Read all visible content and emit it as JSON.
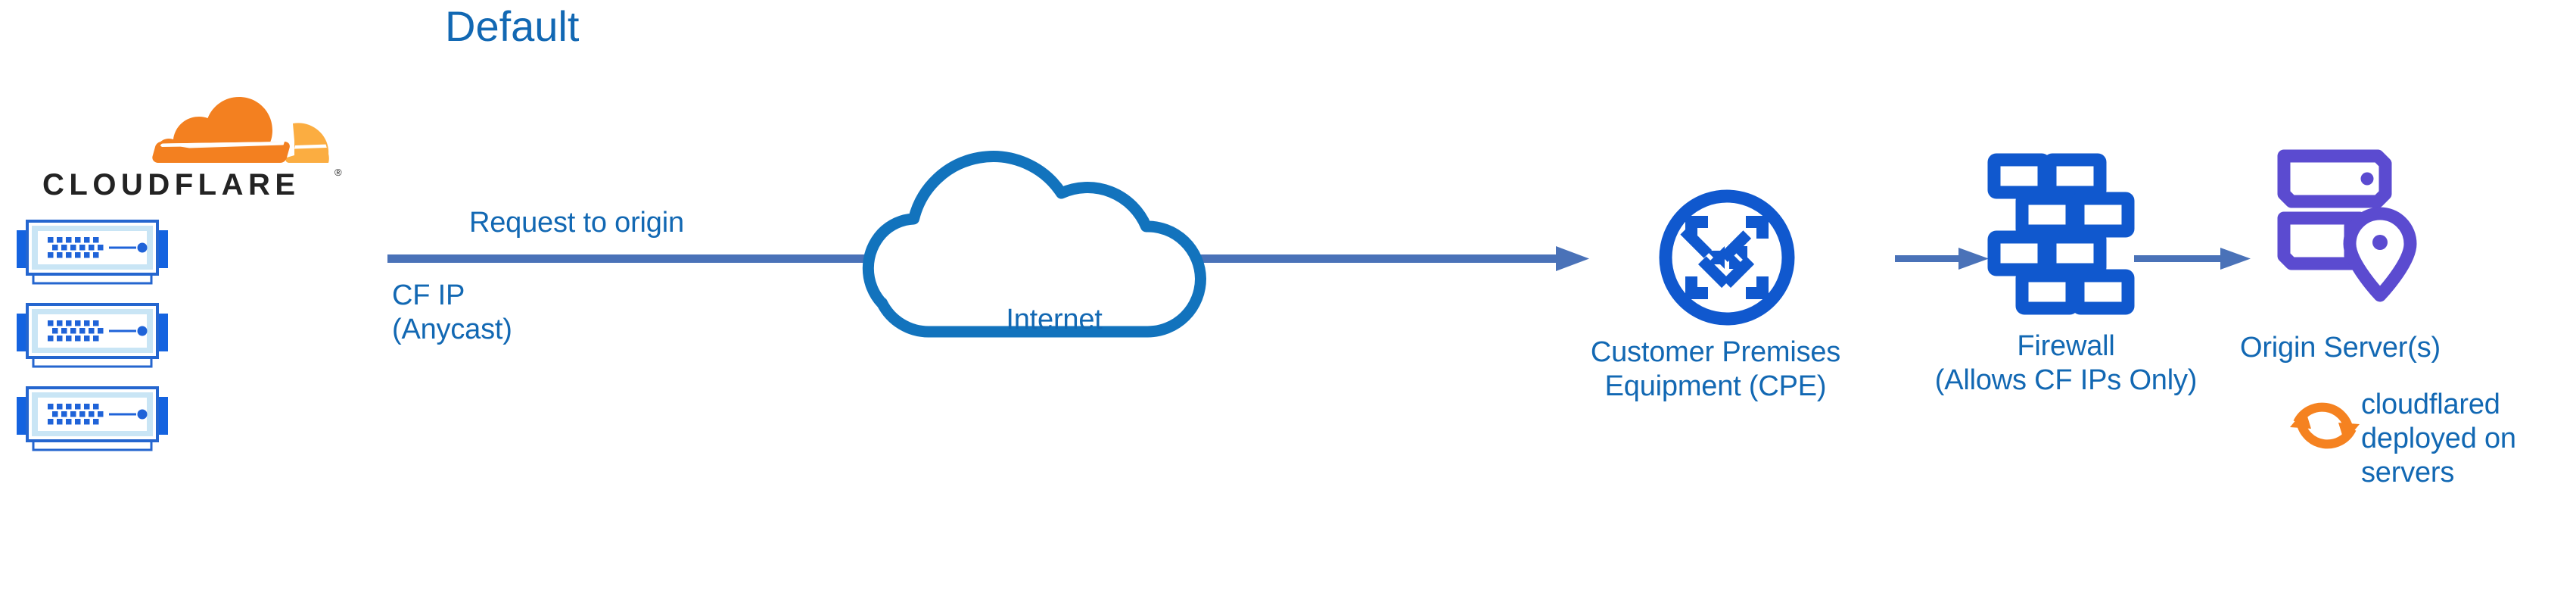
{
  "diagram": {
    "title": "Default",
    "type": "network-architecture-diagram",
    "colors": {
      "text_blue": "#1268b3",
      "icon_blue": "#1058ce",
      "arrow_blue": "#4a72b8",
      "origin_purple": "#5b4bd0",
      "cloudflare_orange": "#f38020",
      "cloudflare_orange_light": "#fbad41",
      "server_light": "#c9e5f5",
      "wordmark_black": "#232323",
      "background": "#ffffff"
    }
  },
  "brand": {
    "logo_icon": "cloudflare-cloud-logo",
    "wordmark": "CLOUDFLARE",
    "registered_mark": "®"
  },
  "nodes": {
    "edge": {
      "name": "cloudflare-edge-servers",
      "server_count": 3,
      "caption_line1": "CF IP",
      "caption_line2": "(Anycast)"
    },
    "internet": {
      "name": "internet-cloud",
      "label": "Internet"
    },
    "cpe": {
      "name": "customer-premises-equipment",
      "icon": "router-four-arrows-circle-icon",
      "label_line1": "Customer Premises",
      "label_line2": "Equipment (CPE)"
    },
    "firewall": {
      "name": "firewall",
      "icon": "brick-wall-icon",
      "label_line1": "Firewall",
      "label_line2": "(Allows CF IPs Only)"
    },
    "origin": {
      "name": "origin-servers",
      "icon": "server-rack-with-location-pin-icon",
      "label": "Origin Server(s)"
    },
    "cloudflared": {
      "name": "cloudflared-daemon",
      "icon": "sync-circular-arrows-icon",
      "label_line1": "cloudflared",
      "label_line2": "deployed on",
      "label_line3": "servers"
    }
  },
  "connections": [
    {
      "name": "edge-to-internet-to-cpe",
      "label": "Request to origin",
      "from": "cloudflare-edge-servers",
      "to": "customer-premises-equipment"
    },
    {
      "name": "cpe-to-firewall",
      "label": "",
      "from": "customer-premises-equipment",
      "to": "firewall"
    },
    {
      "name": "firewall-to-origin",
      "label": "",
      "from": "firewall",
      "to": "origin-servers"
    }
  ]
}
